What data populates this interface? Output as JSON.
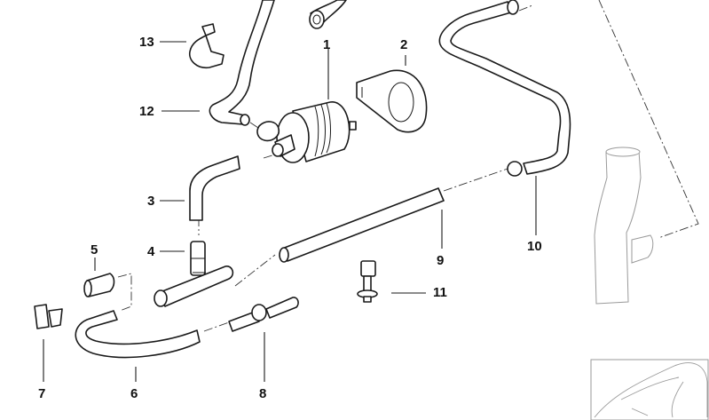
{
  "diagram": {
    "callouts": [
      {
        "id": "1",
        "part": "washer-pump"
      },
      {
        "id": "2",
        "part": "pump-bracket"
      },
      {
        "id": "3",
        "part": "elbow-hose"
      },
      {
        "id": "4",
        "part": "t-connector"
      },
      {
        "id": "5",
        "part": "hose-sleeve"
      },
      {
        "id": "6",
        "part": "u-hose"
      },
      {
        "id": "7",
        "part": "clip"
      },
      {
        "id": "8",
        "part": "check-valve"
      },
      {
        "id": "9",
        "part": "straight-hose"
      },
      {
        "id": "10",
        "part": "formed-hose"
      },
      {
        "id": "11",
        "part": "expanding-rivet"
      },
      {
        "id": "12",
        "part": "formed-hose-upper"
      },
      {
        "id": "13",
        "part": "hose-clamp"
      }
    ]
  }
}
